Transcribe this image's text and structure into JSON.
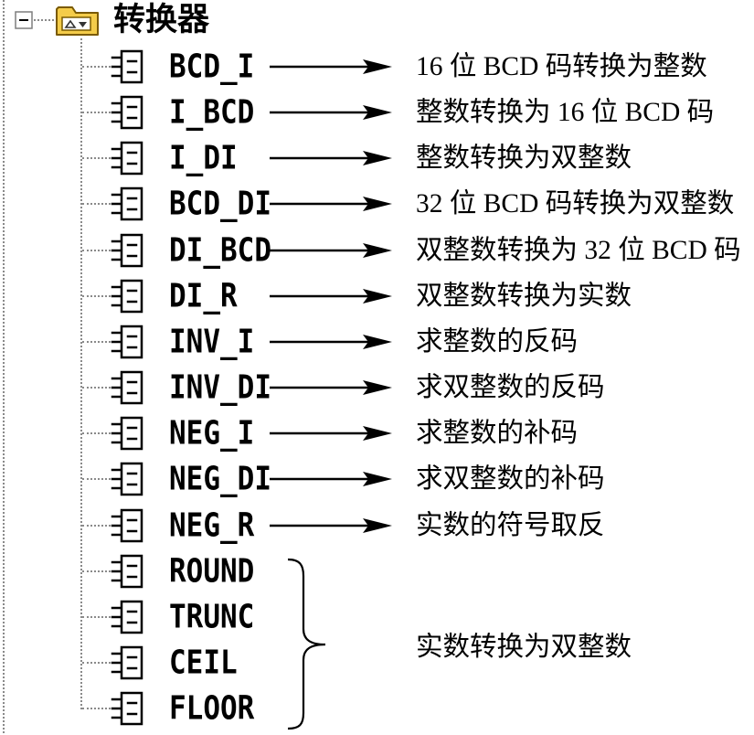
{
  "tree": {
    "root": {
      "label": "转换器",
      "expanded": true
    },
    "items": [
      {
        "label": "BCD_I",
        "description": "16 位 BCD 码转换为整数"
      },
      {
        "label": "I_BCD",
        "description": "整数转换为 16 位 BCD 码"
      },
      {
        "label": "I_DI",
        "description": "整数转换为双整数"
      },
      {
        "label": "BCD_DI",
        "description": "32 位 BCD 码转换为双整数"
      },
      {
        "label": "DI_BCD",
        "description": "双整数转换为 32 位 BCD 码"
      },
      {
        "label": "DI_R",
        "description": "双整数转换为实数"
      },
      {
        "label": "INV_I",
        "description": "求整数的反码"
      },
      {
        "label": "INV_DI",
        "description": "求双整数的反码"
      },
      {
        "label": "NEG_I",
        "description": "求整数的补码"
      },
      {
        "label": "NEG_DI",
        "description": "求双整数的补码"
      },
      {
        "label": "NEG_R",
        "description": "实数的符号取反"
      },
      {
        "label": "ROUND"
      },
      {
        "label": "TRUNC"
      },
      {
        "label": "CEIL"
      },
      {
        "label": "FLOOR"
      }
    ]
  },
  "group_annotation": {
    "description": "实数转换为双整数",
    "grouped_item_indices": [
      11,
      12,
      13,
      14
    ]
  },
  "icons": {
    "toggle": "minus-box-icon",
    "folder": "folder-icon",
    "item": "function-block-icon",
    "arrow": "arrow-right-icon",
    "brace": "right-brace-icon"
  },
  "colors": {
    "background": "#FFFFFF",
    "text": "#000000",
    "tree_line": "#8A8A8A",
    "folder_fill": "#F4CC4A",
    "folder_outline": "#7A5A00"
  }
}
